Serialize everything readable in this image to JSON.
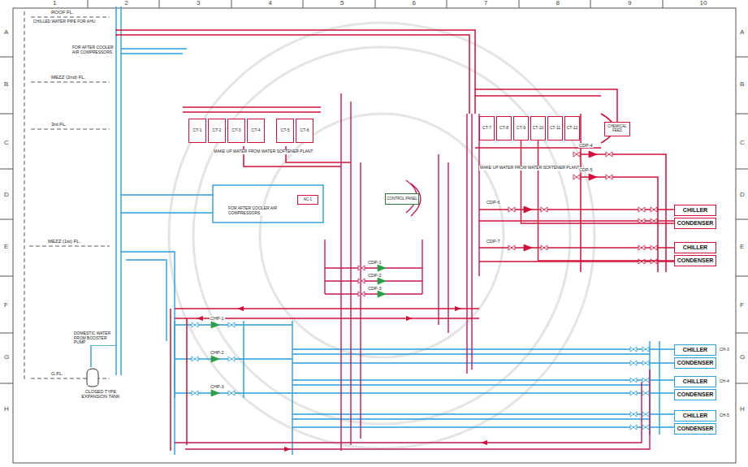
{
  "diagram": {
    "nodes": [
      {
        "text": [
          "CT-1"
        ]
      },
      {
        "text": [
          "CT-2"
        ]
      },
      {
        "text": [
          "CT-3"
        ]
      },
      {
        "text": [
          "CT-4"
        ]
      },
      {
        "text": [
          "CT-5"
        ]
      },
      {
        "text": [
          "CT-6"
        ]
      },
      {
        "text": [
          "CT-7"
        ]
      },
      {
        "text": [
          "CT-8"
        ]
      },
      {
        "text": [
          "CT-9"
        ]
      },
      {
        "text": [
          "CT-10"
        ]
      },
      {
        "text": [
          "CT-11"
        ]
      },
      {
        "text": [
          "CT-12"
        ]
      },
      {
        "text": [
          "CHEMICAL FEED"
        ]
      },
      {
        "text": [
          "AC-1"
        ]
      },
      {
        "text": [
          "CONTROL PANEL"
        ]
      },
      {
        "text": [
          "CHILLER"
        ]
      },
      {
        "text": [
          "CONDENSER"
        ]
      },
      {
        "text": [
          "CHILLER"
        ]
      },
      {
        "text": [
          "CONDENSER"
        ]
      },
      {
        "text": [
          "CHILLER"
        ]
      },
      {
        "text": [
          "CONDENSER"
        ]
      },
      {
        "text": [
          "CHILLER"
        ]
      },
      {
        "text": [
          "CONDENSER"
        ]
      },
      {
        "text": [
          "CHILLER"
        ]
      },
      {
        "text": [
          "CONDENSER"
        ]
      },
      {
        "text": [
          "CLOSED TYPE EXPANSION TANK"
        ]
      }
    ],
    "edges": [
      {
        "from": 8,
        "to": 16,
        "arrow": "none"
      },
      {
        "from": 9,
        "to": 18,
        "arrow": "none"
      }
    ],
    "labels": [
      "1",
      "2",
      "3",
      "4",
      "5",
      "6",
      "7",
      "8",
      "9",
      "10",
      "A",
      "B",
      "C",
      "D",
      "E",
      "F",
      "G",
      "H",
      "A",
      "B",
      "C",
      "D",
      "E",
      "F",
      "G",
      "H",
      "ROOF FL.",
      "CHILLED WATER PIPE FOR AHU",
      "MEZZ (2nd) FL.",
      "3rd FL.",
      "MEZZ (1st) FL.",
      "G.FL.",
      "FOR AFTER COOLER AIR COMPRESSORS",
      "FOR AFTER COOLER AIR COMPRESSORS",
      "MAKE UP WATER FROM WATER SOFTENER PLANT",
      "MAKE UP WATER FROM WATER SOFTENER PLANT",
      "DOMESTIC WATER FROM BOOSTER PUMP",
      "CDP-4",
      "CDP-5",
      "CDP-6",
      "CDP-7",
      "CDP-1",
      "CDP-2",
      "CDP-3",
      "CHP-1",
      "CHP-2",
      "CHP-3",
      "CH-3",
      "CH-4",
      "CH-5"
    ]
  }
}
